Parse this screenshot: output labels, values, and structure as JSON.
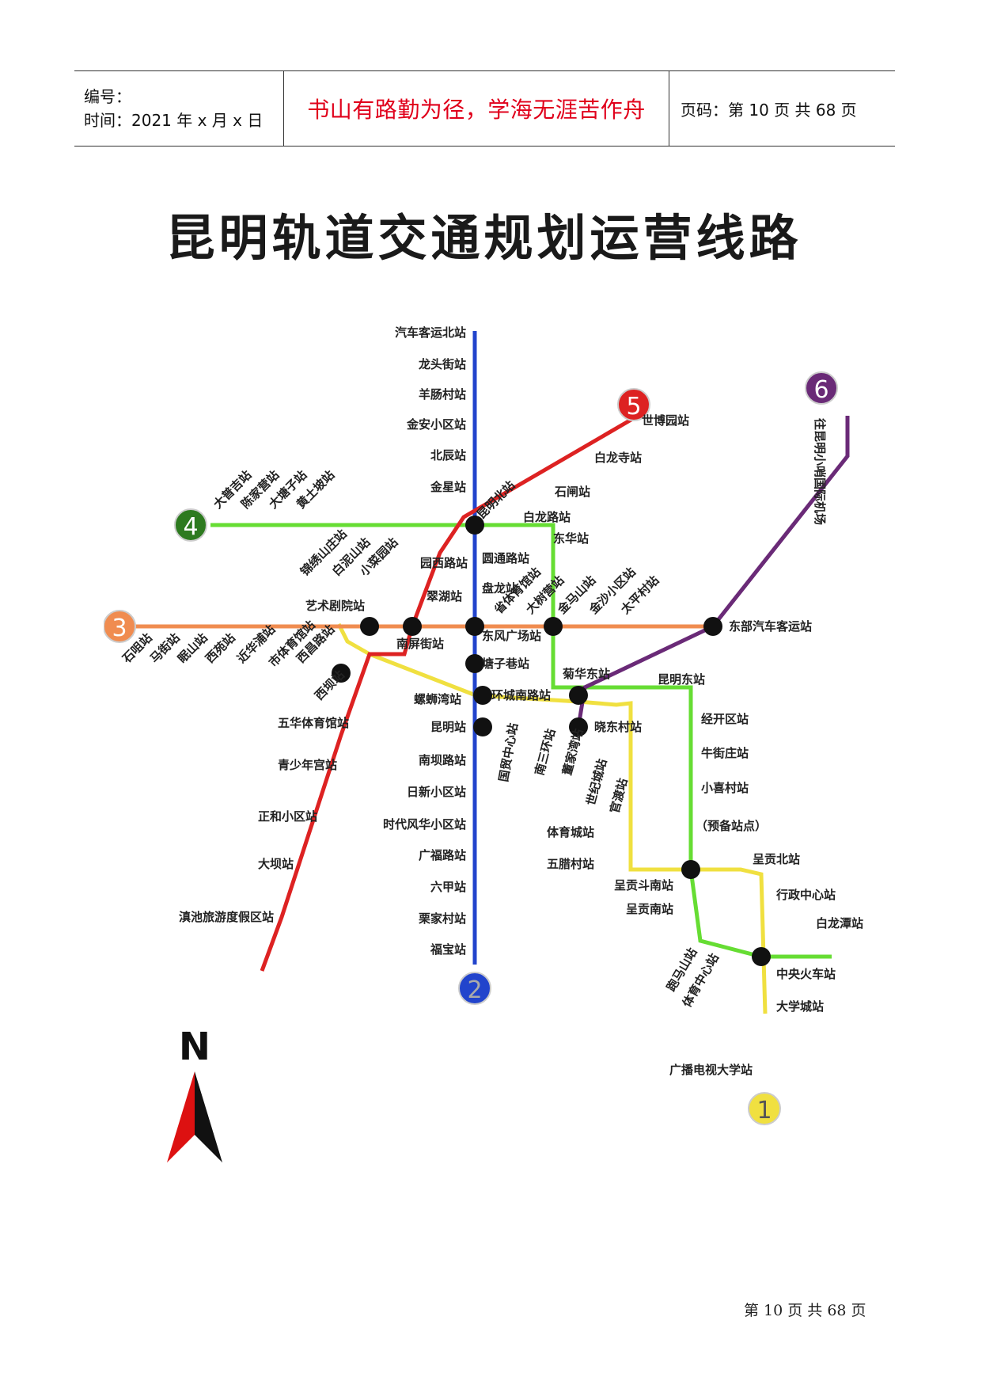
{
  "header": {
    "number_label": "编号：",
    "time_label": "时间：2021 年 x 月 x 日",
    "motto": "书山有路勤为径，学海无涯苦作舟",
    "page_info": "页码：第 10 页  共 68 页"
  },
  "map": {
    "title": "昆明轨道交通规划运营线路",
    "north_label": "N",
    "line_numbers": [
      "1",
      "2",
      "3",
      "4",
      "5",
      "6"
    ],
    "colors": {
      "line1": "#f0e040",
      "line2": "#2244cc",
      "line3": "#f08c50",
      "line4": "#66dd33",
      "line5": "#dd2222",
      "line6": "#6a2a77"
    },
    "line2_stations": [
      "汽车客运北站",
      "龙头街站",
      "羊肠村站",
      "金安小区站",
      "北辰站",
      "金星站",
      "圆通路站",
      "盘龙站",
      "东风广场站",
      "塘子巷站",
      "环城南路站",
      "昆明站",
      "南坝路站",
      "日新小区站",
      "时代风华小区站",
      "广福路站",
      "六甲站",
      "栗家村站",
      "福宝站"
    ],
    "line3_stations": [
      "石咀站",
      "马街站",
      "眠山站",
      "西苑站",
      "近华浦站",
      "市体育馆站",
      "西昌路站",
      "艺术剧院站",
      "南屏街站",
      "大树营站",
      "金马山站",
      "金沙小区站",
      "太平村站",
      "东部汽车客运站"
    ],
    "line4_stations": [
      "大普吉站",
      "陈家营站",
      "大塘子站",
      "黄土坡站",
      "锦绣山庄站",
      "白泥山站",
      "小菜园站",
      "省体育馆站"
    ],
    "line5_stations": [
      "世博园站",
      "白龙寺站",
      "石闸站",
      "白龙路站",
      "昆明北站",
      "园西路站",
      "翠湖站",
      "西坝站",
      "五华体育馆站",
      "青少年宫站",
      "正和小区站",
      "大坝站",
      "滇池旅游度假区站"
    ],
    "line6_stations": [
      "往昆明小哨国际机场",
      "东华站",
      "菊华东站",
      "昆明东站"
    ],
    "line1_stations": [
      "螺蛳湾站",
      "国贸中心站",
      "南三环站",
      "董家湾站",
      "晓东村站",
      "世纪城站",
      "官渡站",
      "体育城站",
      "五腊村站",
      "呈贡北站",
      "呈贡斗南站",
      "呈贡南站",
      "行政中心站",
      "白龙潭站",
      "中央火车站",
      "大学城站",
      "广播电视大学站"
    ],
    "other_stations": [
      "经开区站",
      "牛街庄站",
      "小喜村站",
      "（预备站点）",
      "跑马山站",
      "体育中心站"
    ]
  },
  "footer": {
    "page_label": "第 10 页 共 68 页"
  }
}
